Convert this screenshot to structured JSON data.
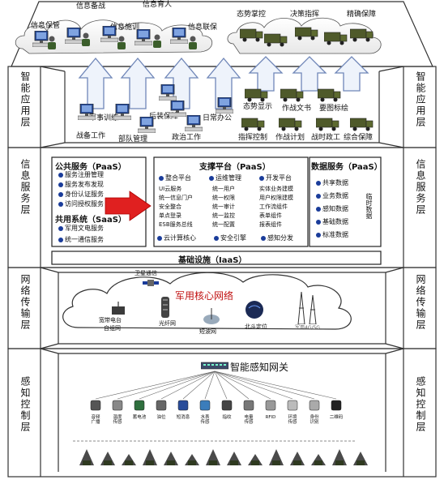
{
  "colors": {
    "frame": "#333333",
    "pc_screen": "#2a4d9a",
    "arrow_fill": "#eef3fb",
    "arrow_stroke": "#6f86b8",
    "red_arrow": "#e02020",
    "core_text": "#c01010",
    "bullet": "#1a3c9a"
  },
  "layers": {
    "app": "智能应用层",
    "info": "信息服务层",
    "net": "网络传输层",
    "sense": "感知控制层"
  },
  "top": {
    "left_labels": [
      "信息备战",
      "信息育人",
      "信息保管",
      "信息施训",
      "信息联保"
    ],
    "right_labels": [
      "态势掌控",
      "决策指挥",
      "精确保障"
    ]
  },
  "apps": {
    "left": [
      "军事训练",
      "后装保障",
      "日常办公",
      "战备工作",
      "部队管理",
      "政治工作"
    ],
    "right": [
      "态势显示",
      "作战文书",
      "要图标绘",
      "指挥控制",
      "作战计划",
      "战时政工",
      "综合保障"
    ]
  },
  "paas": {
    "title": "公共服务（PaaS）",
    "items": [
      "服务注册管理",
      "服务发布发现",
      "身份认证服务",
      "访问授权服务"
    ],
    "saas_title": "共用系统（SaaS）",
    "saas_items": [
      "军用文电服务",
      "统一通信服务"
    ]
  },
  "support": {
    "title": "支撑平台（PaaS）",
    "headers": [
      "整合平台",
      "运维管理",
      "开发平台"
    ],
    "col1": [
      "UI云服务",
      "统一信息门户",
      "安全整合",
      "单点登录",
      "ESB服务总线"
    ],
    "col2": [
      "统一用户",
      "统一权限",
      "统一审计",
      "统一监控",
      "统一配置"
    ],
    "col3": [
      "实体业务建模",
      "用户权限建模",
      "工作流组件",
      "表单组件",
      "报表组件"
    ],
    "bottom": [
      "云计算核心",
      "安全引擎",
      "感知分发"
    ]
  },
  "data_service": {
    "title": "数据服务（PaaS）",
    "items": [
      "共享数据",
      "业务数据",
      "感知数据",
      "基础数据",
      "标准数据"
    ],
    "side": "临时数据"
  },
  "iaas": "基础设施（IaaS）",
  "network": {
    "core": "军用核心网络",
    "satellite": "卫星通信",
    "broadband": "宽带电台",
    "selfnet": "自组网",
    "fiber": "光纤网",
    "shortwave": "短波网",
    "beidou": "北斗定位",
    "mobile": "军用4G/5G"
  },
  "gateway": "智能感知网关",
  "sensors": [
    "音频\n广播",
    "温度\n传感",
    "蓄电池",
    "油位",
    "短消息",
    "水表\n传感",
    "指纹",
    "电量\n传感",
    "RFID",
    "环境\n传感",
    "身份\n识别",
    "二维码"
  ]
}
